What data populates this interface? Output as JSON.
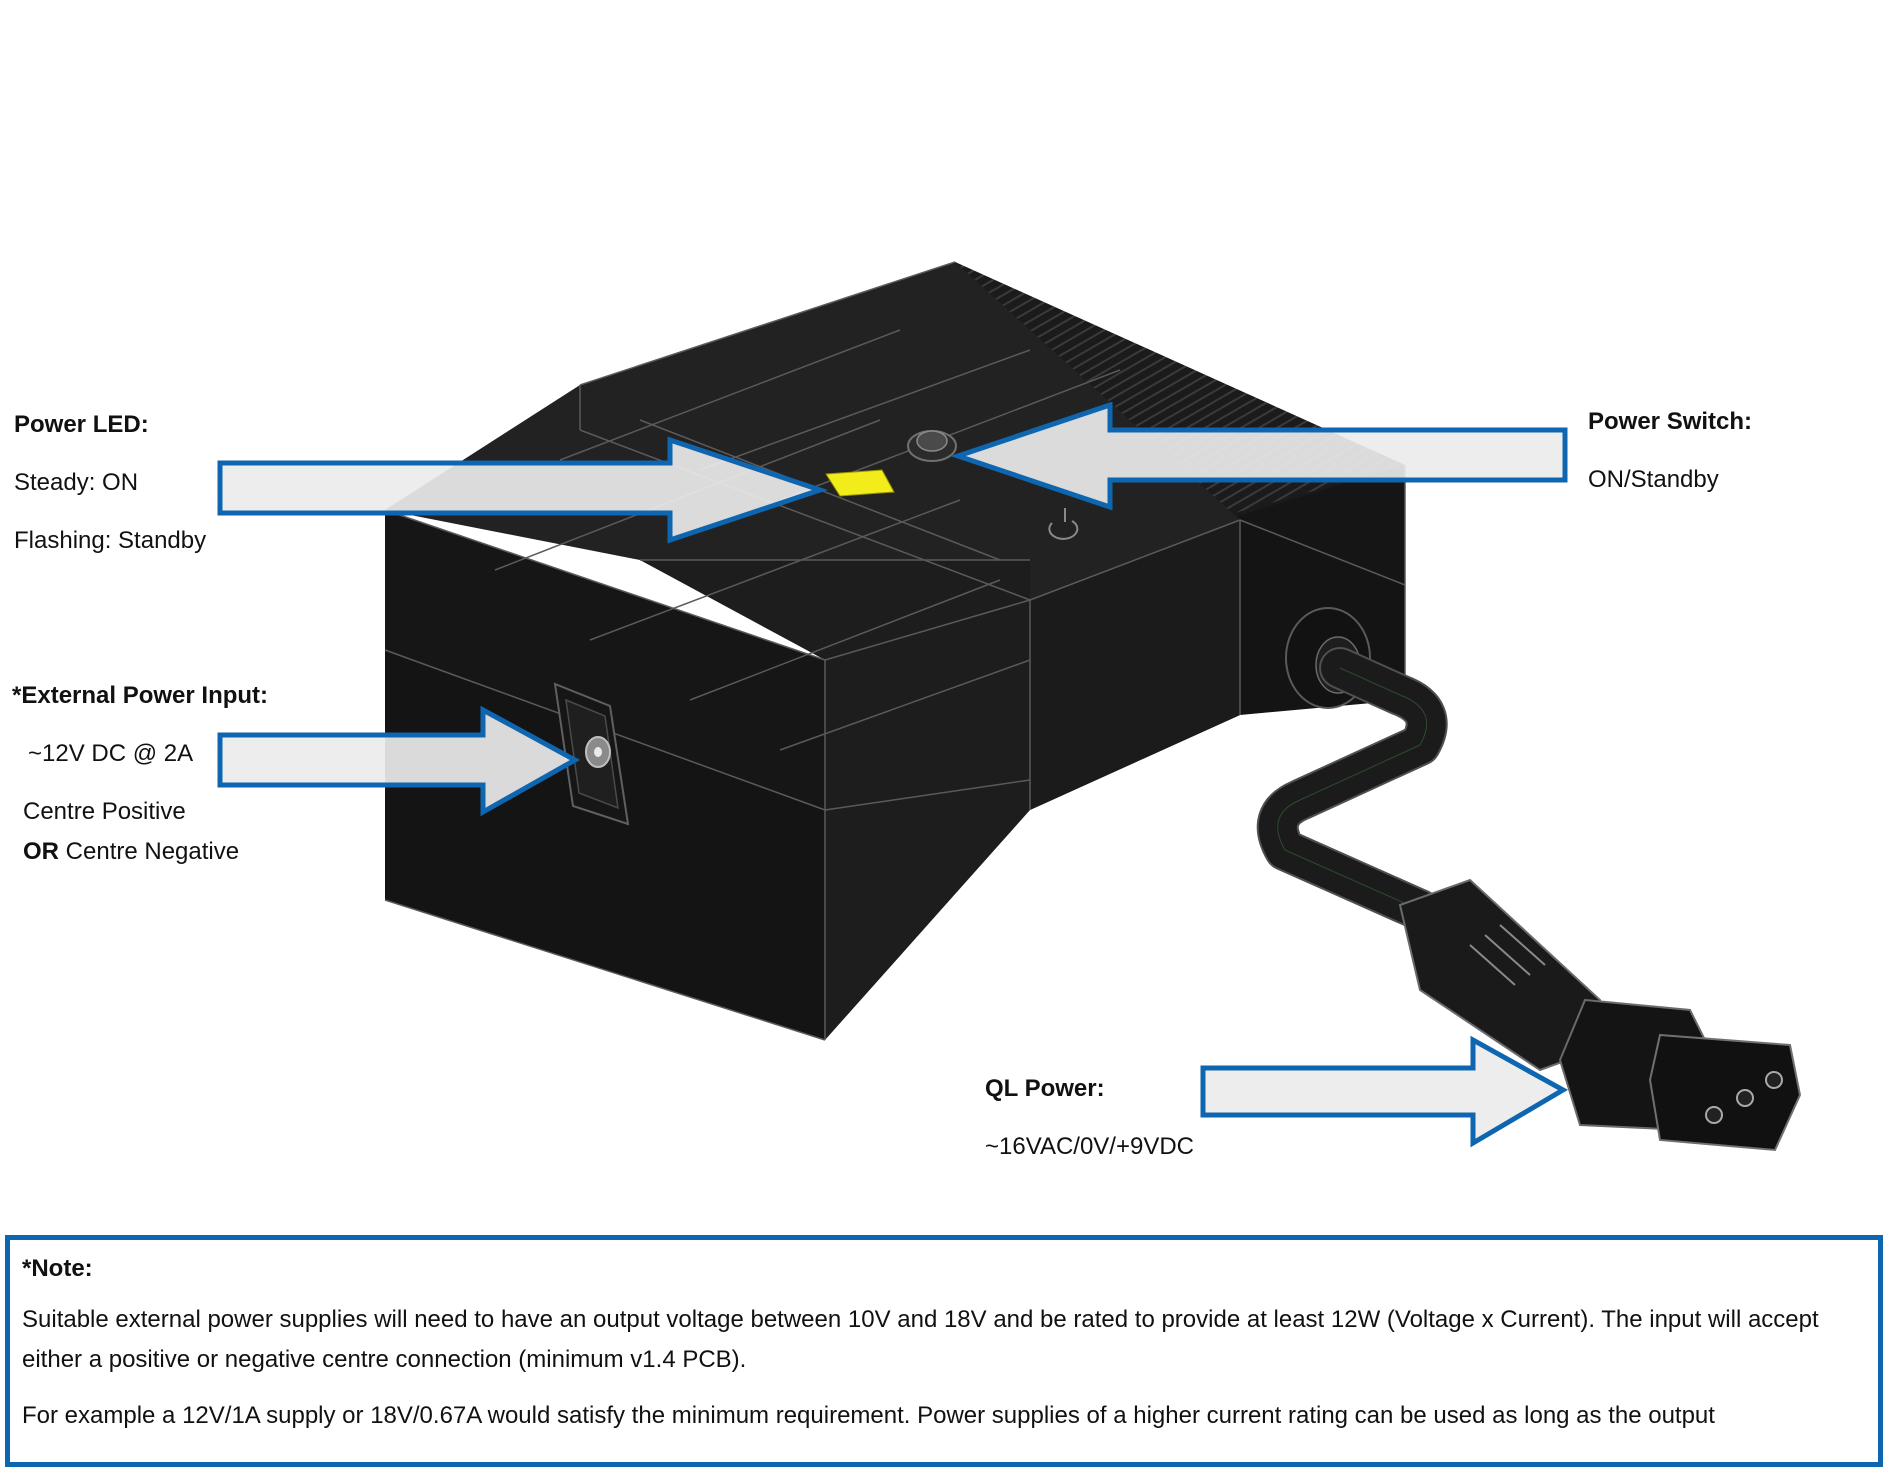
{
  "labels": {
    "power_led": {
      "title": "Power LED:",
      "lines": [
        "Steady: ON",
        "Flashing: Standby"
      ]
    },
    "power_switch": {
      "title": "Power Switch:",
      "lines": [
        "ON/Standby"
      ]
    },
    "external_power": {
      "title": "*External Power Input:",
      "lines": [
        "~12V DC @ 2A",
        "Centre Positive"
      ],
      "or_word": "OR",
      "or_rest": " Centre Negative"
    },
    "ql_power": {
      "title": "QL Power:",
      "lines": [
        "~16VAC/0V/+9VDC"
      ]
    }
  },
  "note": {
    "title": "*Note:",
    "paragraphs": [
      "Suitable external power supplies will need to have an output voltage between 10V and 18V and be rated to provide at least 12W (Voltage x Current). The input will accept either a positive or negative centre connection (minimum v1.4 PCB).",
      "For example a 12V/1A supply or 18V/0.67A would satisfy the minimum requirement. Power supplies of a higher current rating can be used as long as the output"
    ]
  },
  "colors": {
    "arrow_border": "#0f66b0",
    "arrow_fill": "#ececec",
    "device_body": "#1c1c1c",
    "led": "#f2ec1a"
  }
}
